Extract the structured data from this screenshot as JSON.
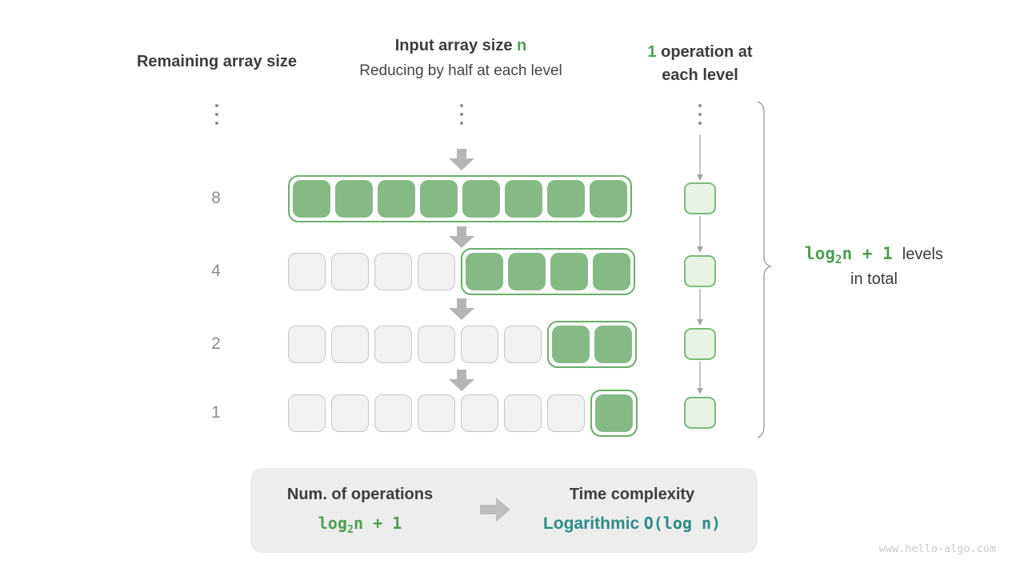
{
  "headers": {
    "remaining": "Remaining array size",
    "input_title": "Input array size ",
    "input_n": "n",
    "input_subtitle": "Reducing by half at each level",
    "ops_num": "1",
    "ops_rest": " operation at",
    "ops_line2": "each level"
  },
  "rows": [
    {
      "label": "8",
      "gray": 0,
      "green": 8
    },
    {
      "label": "4",
      "gray": 4,
      "green": 4
    },
    {
      "label": "2",
      "gray": 6,
      "green": 2
    },
    {
      "label": "1",
      "gray": 7,
      "green": 1
    }
  ],
  "side_note": {
    "log": "log",
    "sub": "2",
    "tail": "n + 1",
    "levels": "levels",
    "line2": "in total"
  },
  "summary": {
    "left_title": "Num. of operations",
    "left_log": "log",
    "left_sub": "2",
    "left_tail": "n + 1",
    "right_title": "Time complexity",
    "right_word": "Logarithmic",
    "right_big_o": "O(log n)"
  },
  "watermark": "www.hello-algo.com",
  "colors": {
    "green_fill": "#85ba85",
    "green_border": "#6cae6c",
    "green_text": "#4f9e52",
    "op_box_fill": "#e9f3e5",
    "op_box_border": "#7cb87c",
    "inactive_cell_fill": "#f1f1f1",
    "inactive_cell_border": "#c7c7c7",
    "teal_text": "#2e8b87",
    "arrow_gray": "#b5b5b5",
    "summary_bg": "#ededed"
  }
}
